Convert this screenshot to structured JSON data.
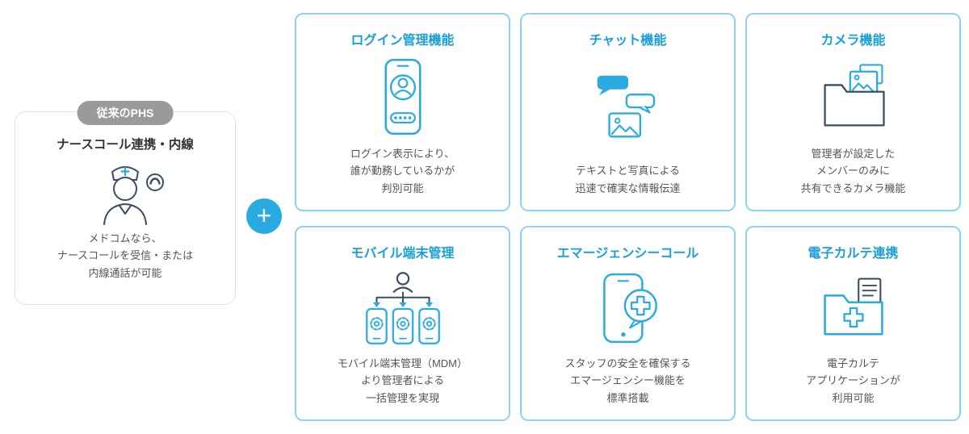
{
  "page": {
    "plus_sign": "+"
  },
  "colors": {
    "accent_blue": "#29abe2",
    "title_blue": "#1b9fd8",
    "card_border": "#8fd2f1",
    "badge_gray": "#9a9a9a",
    "icon_navy": "#3d4d63",
    "body_text": "#555555"
  },
  "left_card": {
    "badge": "従来のPHS",
    "title": "ナースコール連携・内線",
    "icon": "nurse-phone-icon",
    "description": "メドコムなら、\nナースコールを受信・または\n内線通話が可能"
  },
  "features": [
    {
      "title": "ログイン管理機能",
      "icon": "login-smartphone-icon",
      "description": "ログイン表示により、\n誰が勤務しているかが\n判別可能"
    },
    {
      "title": "チャット機能",
      "icon": "chat-bubbles-photo-icon",
      "description": "テキストと写真による\n迅速で確実な情報伝達"
    },
    {
      "title": "カメラ機能",
      "icon": "photo-folder-icon",
      "description": "管理者が設定した\nメンバーのみに\n共有できるカメラ機能"
    },
    {
      "title": "モバイル端末管理",
      "icon": "mdm-devices-icon",
      "description": "モバイル端末管理（MDM）\nより管理者による\n一括管理を実現"
    },
    {
      "title": "エマージェンシーコール",
      "icon": "emergency-call-icon",
      "description": "スタッフの安全を確保する\nエマージェンシー機能を\n標準搭載"
    },
    {
      "title": "電子カルテ連携",
      "icon": "medical-record-folder-icon",
      "description": "電子カルテ\nアプリケーションが\n利用可能"
    }
  ]
}
